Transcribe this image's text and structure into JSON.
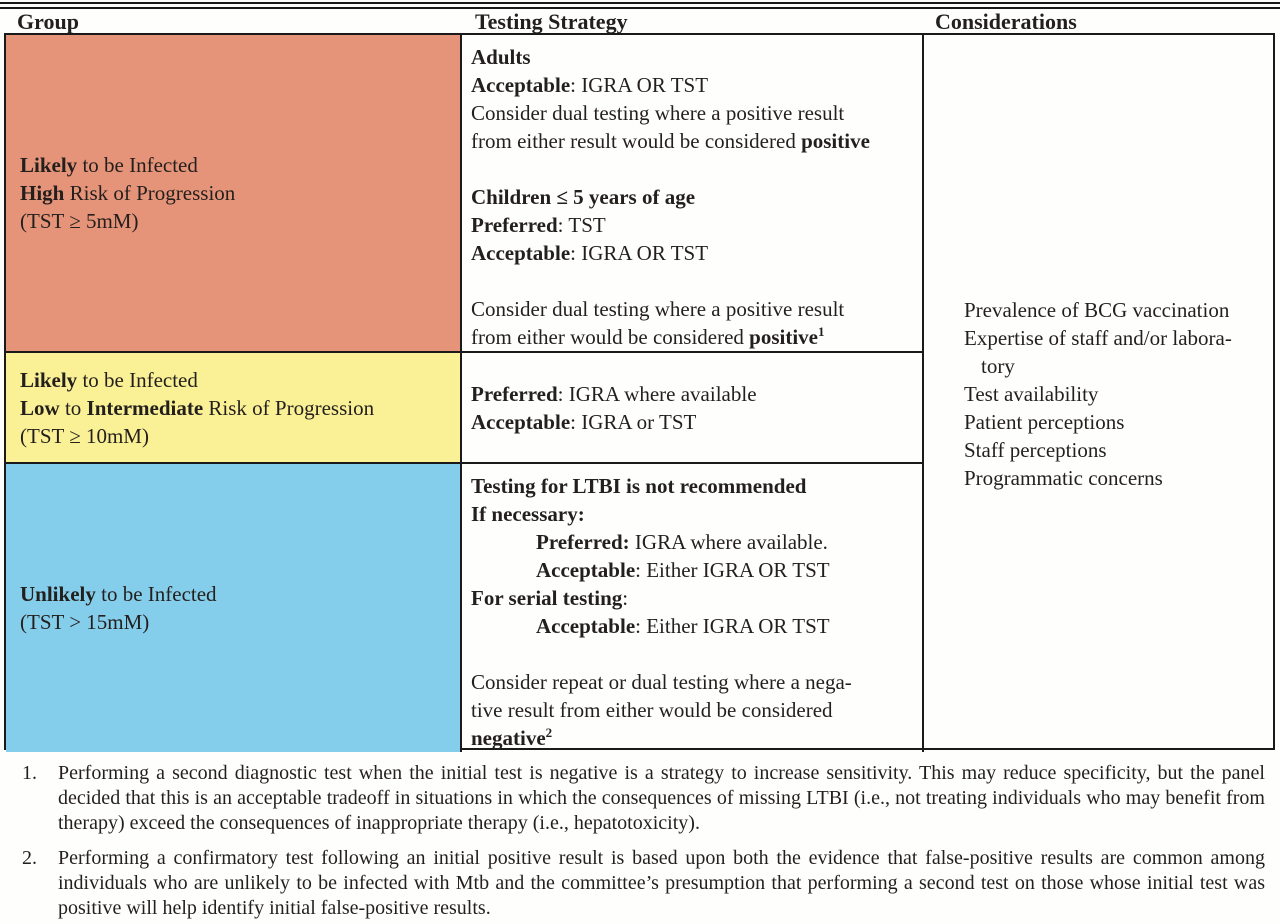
{
  "colors": {
    "row1_bg": "#E5947A",
    "row2_bg": "#FAF096",
    "row3_bg": "#85CEEB",
    "border": "#1A1A1A",
    "page_bg": "#FEFEFC"
  },
  "header": {
    "columns": [
      "Group",
      "Testing Strategy",
      "Considerations"
    ]
  },
  "table": {
    "rows": [
      {
        "group_lines": [
          {
            "seg": [
              {
                "t": "Likely",
                "b": true
              },
              {
                "t": " to be Infected"
              }
            ]
          },
          {
            "seg": [
              {
                "t": "High",
                "b": true
              },
              {
                "t": " Risk of Progression"
              }
            ]
          },
          {
            "seg": [
              {
                "t": "(TST ≥ 5mM)"
              }
            ]
          }
        ],
        "strategy_lines": [
          {
            "seg": [
              {
                "t": "Adults",
                "b": true
              }
            ]
          },
          {
            "seg": [
              {
                "t": "Acceptable",
                "b": true
              },
              {
                "t": ": IGRA OR TST"
              }
            ]
          },
          {
            "seg": [
              {
                "t": "Consider dual testing where a positive result"
              }
            ]
          },
          {
            "seg": [
              {
                "t": "from either result would be considered "
              },
              {
                "t": "positive",
                "b": true
              }
            ]
          },
          {},
          {
            "seg": [
              {
                "t": "Children ≤ 5 years of age",
                "b": true
              }
            ]
          },
          {
            "seg": [
              {
                "t": "Preferred",
                "b": true
              },
              {
                "t": ": TST"
              }
            ]
          },
          {
            "seg": [
              {
                "t": "Acceptable",
                "b": true
              },
              {
                "t": ": IGRA OR TST"
              }
            ]
          },
          {},
          {
            "seg": [
              {
                "t": "Consider dual testing where a positive result"
              }
            ]
          },
          {
            "seg": [
              {
                "t": "from either would be considered "
              },
              {
                "t": "positive",
                "b": true
              },
              {
                "t": "1",
                "b": true,
                "sup": true
              }
            ]
          }
        ]
      },
      {
        "group_lines": [
          {
            "seg": [
              {
                "t": "Likely",
                "b": true
              },
              {
                "t": " to be Infected"
              }
            ]
          },
          {
            "seg": [
              {
                "t": "Low",
                "b": true
              },
              {
                "t": " to "
              },
              {
                "t": "Intermediate",
                "b": true
              },
              {
                "t": " Risk of Progression"
              }
            ]
          },
          {
            "seg": [
              {
                "t": "(TST ≥ 10mM)"
              }
            ]
          }
        ],
        "strategy_lines": [
          {
            "seg": [
              {
                "t": "Preferred",
                "b": true
              },
              {
                "t": ": IGRA where available"
              }
            ]
          },
          {
            "seg": [
              {
                "t": "Acceptable",
                "b": true
              },
              {
                "t": ": IGRA or TST"
              }
            ]
          }
        ]
      },
      {
        "group_lines": [
          {
            "seg": [
              {
                "t": "Unlikely",
                "b": true
              },
              {
                "t": " to be Infected"
              }
            ]
          },
          {
            "seg": [
              {
                "t": "(TST > 15mM)"
              }
            ]
          }
        ],
        "strategy_lines": [
          {
            "seg": [
              {
                "t": "Testing for LTBI is not recommended",
                "b": true
              }
            ]
          },
          {
            "seg": [
              {
                "t": "If necessary:",
                "b": true
              }
            ]
          },
          {
            "ind": "lg",
            "seg": [
              {
                "t": "Preferred:",
                "b": true
              },
              {
                "t": " IGRA where available."
              }
            ]
          },
          {
            "ind": "lg",
            "seg": [
              {
                "t": "Acceptable",
                "b": true
              },
              {
                "t": ": Either IGRA OR TST"
              }
            ]
          },
          {
            "seg": [
              {
                "t": "For serial testing",
                "b": true
              },
              {
                "t": ":"
              }
            ]
          },
          {
            "ind": "lg",
            "seg": [
              {
                "t": "Acceptable",
                "b": true
              },
              {
                "t": ": Either IGRA OR TST"
              }
            ]
          },
          {},
          {
            "seg": [
              {
                "t": "Consider repeat or dual testing where a nega-"
              }
            ]
          },
          {
            "seg": [
              {
                "t": "tive result from either would be considered"
              }
            ]
          },
          {
            "seg": [
              {
                "t": "negative",
                "b": true
              },
              {
                "t": "2",
                "b": true,
                "sup": true
              }
            ]
          }
        ]
      }
    ],
    "considerations_lines": [
      {
        "seg": [
          {
            "t": "Prevalence of BCG vaccination"
          }
        ]
      },
      {
        "seg": [
          {
            "t": "Expertise of staff and/or labora-"
          }
        ]
      },
      {
        "ind": "sm",
        "seg": [
          {
            "t": "tory"
          }
        ]
      },
      {
        "seg": [
          {
            "t": "Test availability"
          }
        ]
      },
      {
        "seg": [
          {
            "t": "Patient perceptions"
          }
        ]
      },
      {
        "seg": [
          {
            "t": "Staff perceptions"
          }
        ]
      },
      {
        "seg": [
          {
            "t": "Programmatic concerns"
          }
        ]
      }
    ]
  },
  "footnotes": [
    {
      "num": "1.",
      "text": "Performing a second diagnostic test when the initial test is negative is a strategy to increase sensitivity. This may reduce specificity, but the panel decided that this is an acceptable tradeoff in situations in which the consequences of missing LTBI (i.e., not treating individuals who may benefit from therapy) exceed the consequences of inappropriate therapy (i.e., hepatotoxicity)."
    },
    {
      "num": "2.",
      "text": "Performing a confirmatory test following an initial positive result is based upon both the evidence that false-positive results are common among individuals who are unlikely to be infected with Mtb and the committee’s presumption that performing a second test on those whose initial test was positive will help identify initial false-positive results."
    }
  ]
}
